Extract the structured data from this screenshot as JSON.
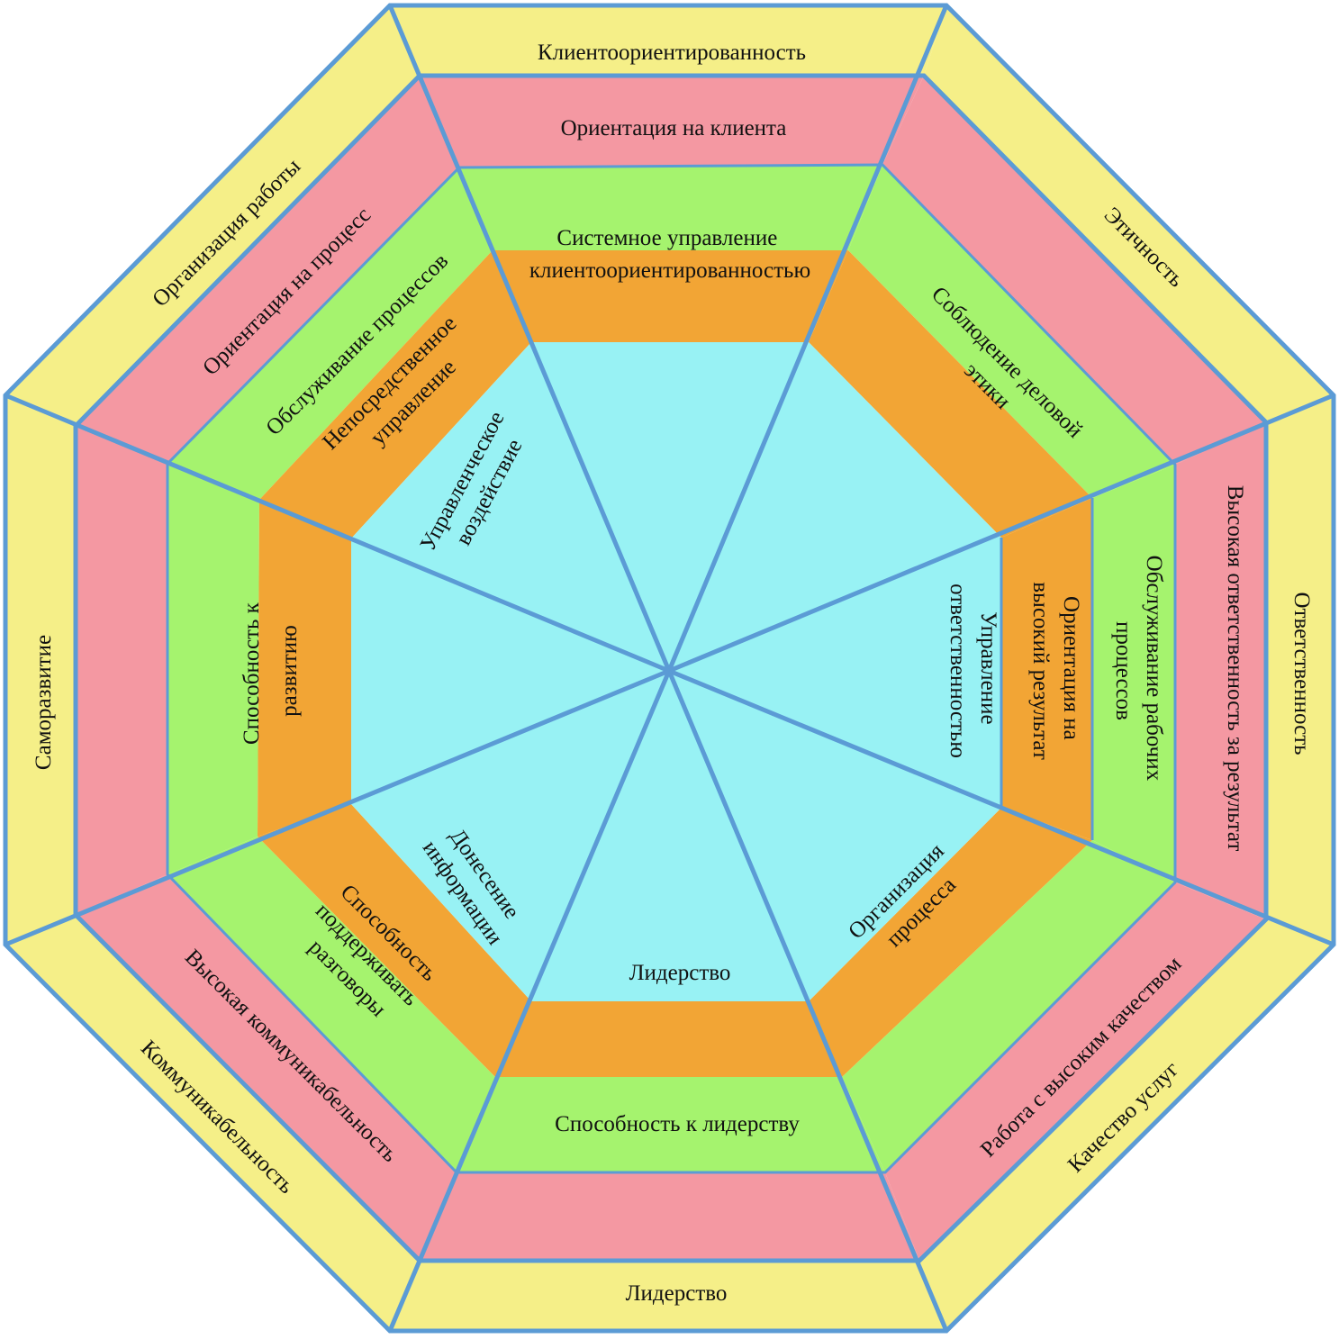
{
  "colors": {
    "yellow": "#f5ef88",
    "pink": "#f498a2",
    "green": "#a5f36e",
    "orange": "#f2a535",
    "cyan": "#98f2f4",
    "line": "#5b9bd5"
  },
  "rings": {
    "outer": {
      "top": "Клиентоориентированность",
      "top_right": "Этичность",
      "right": "Ответственность",
      "bottom_right": "Качество услуг",
      "bottom": "Лидерство",
      "bottom_left": "Коммуникабельность",
      "left": "Саморазвитие",
      "top_left": "Организация работы"
    },
    "second": {
      "top": "Ориентация на клиента",
      "right": "Высокая ответственность за результат",
      "bottom_right": "Работа с высоким качеством",
      "bottom_left": "Высокая коммуникабельность",
      "top_left": "Ориентация на процесс"
    },
    "third": {
      "top": [
        "Системное управление",
        "клиентоориентированностью"
      ],
      "top_right": [
        "Соблюдение деловой",
        "этики"
      ],
      "right": [
        "Обслуживание рабочих",
        "процессов"
      ],
      "bottom": "Способность к лидерству",
      "left": [
        "Способность к",
        "развитию"
      ],
      "top_left": "Обслуживание процессов"
    },
    "fourth": {
      "right": [
        "Ориентация на",
        "высокий результат"
      ],
      "bottom_right": [
        "Организация",
        "процесса"
      ],
      "bottom_left": [
        "Способность",
        "поддерживать",
        "разговоры"
      ],
      "top_left": [
        "Непосредственное",
        "управление"
      ]
    },
    "center": {
      "right": [
        "Управление",
        "ответственностью"
      ],
      "bottom": "Лидерство",
      "bottom_left": [
        "Донесение",
        "информации"
      ],
      "top_left": [
        "Управленческое",
        "воздействие"
      ]
    }
  }
}
